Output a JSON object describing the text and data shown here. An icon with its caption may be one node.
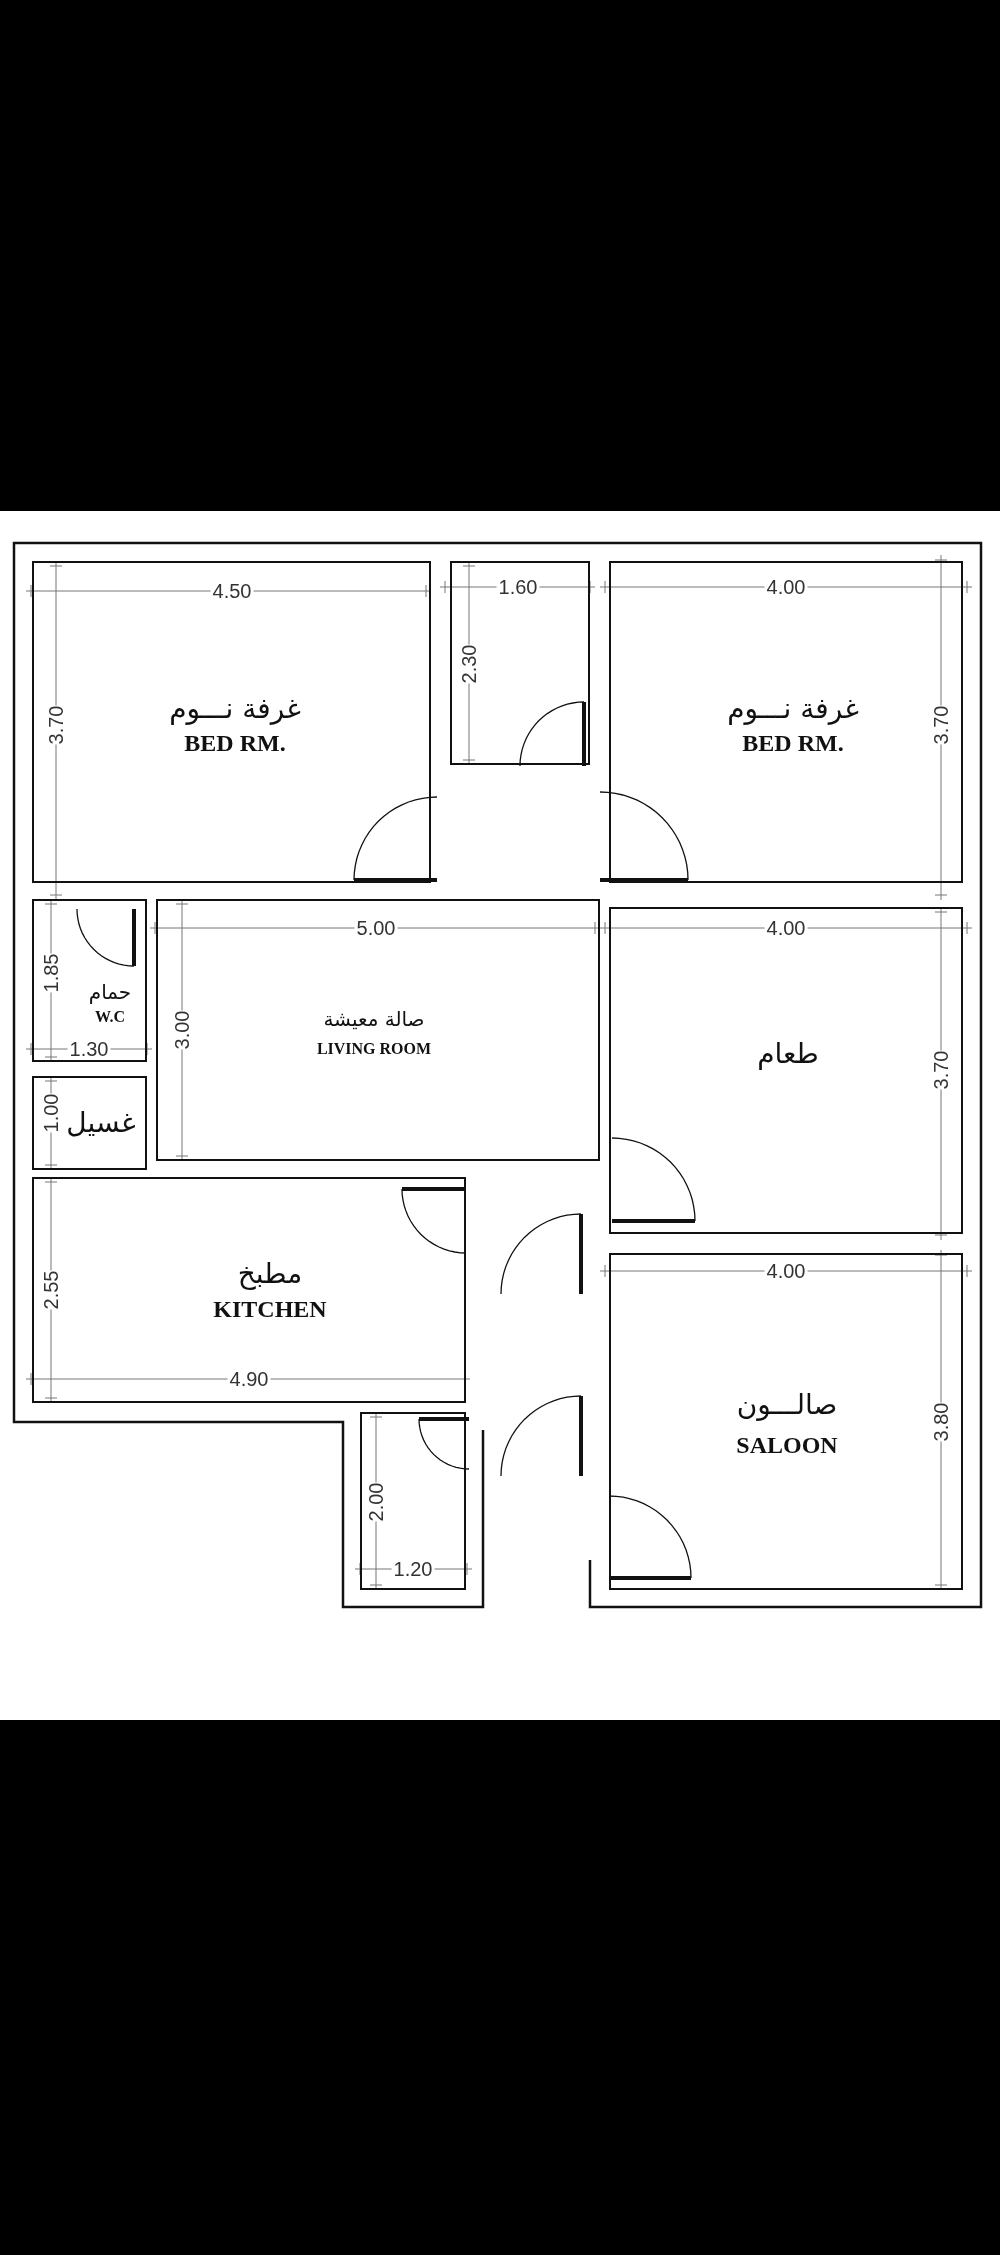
{
  "diagram": {
    "nodes": [
      {
        "text": [
          "غرفة نـــوم",
          "BED RM."
        ]
      },
      {
        "text": [],
        "shape": "box"
      },
      {
        "text": [
          "غرفة نـــوم",
          "BED RM."
        ]
      },
      {
        "text": [
          "حمام",
          "W.C"
        ]
      },
      {
        "text": [
          "صالة معيشة",
          "LIVING ROOM"
        ]
      },
      {
        "text": [
          "طعام"
        ]
      },
      {
        "text": [
          "غسيل"
        ]
      },
      {
        "text": [
          "مطبخ",
          "KITCHEN"
        ]
      },
      {
        "text": [],
        "shape": "box"
      },
      {
        "text": [
          "صالـــون",
          "SALOON"
        ]
      }
    ],
    "edges": [],
    "labels": [
      "4.50",
      "1.60",
      "4.00",
      "2.30",
      "3.70",
      "3.70",
      "5.00",
      "4.00",
      "1.85",
      "1.30",
      "3.00",
      "3.70",
      "1.00",
      "4.00",
      "2.55",
      "4.90",
      "3.80",
      "2.00",
      "1.20"
    ]
  }
}
